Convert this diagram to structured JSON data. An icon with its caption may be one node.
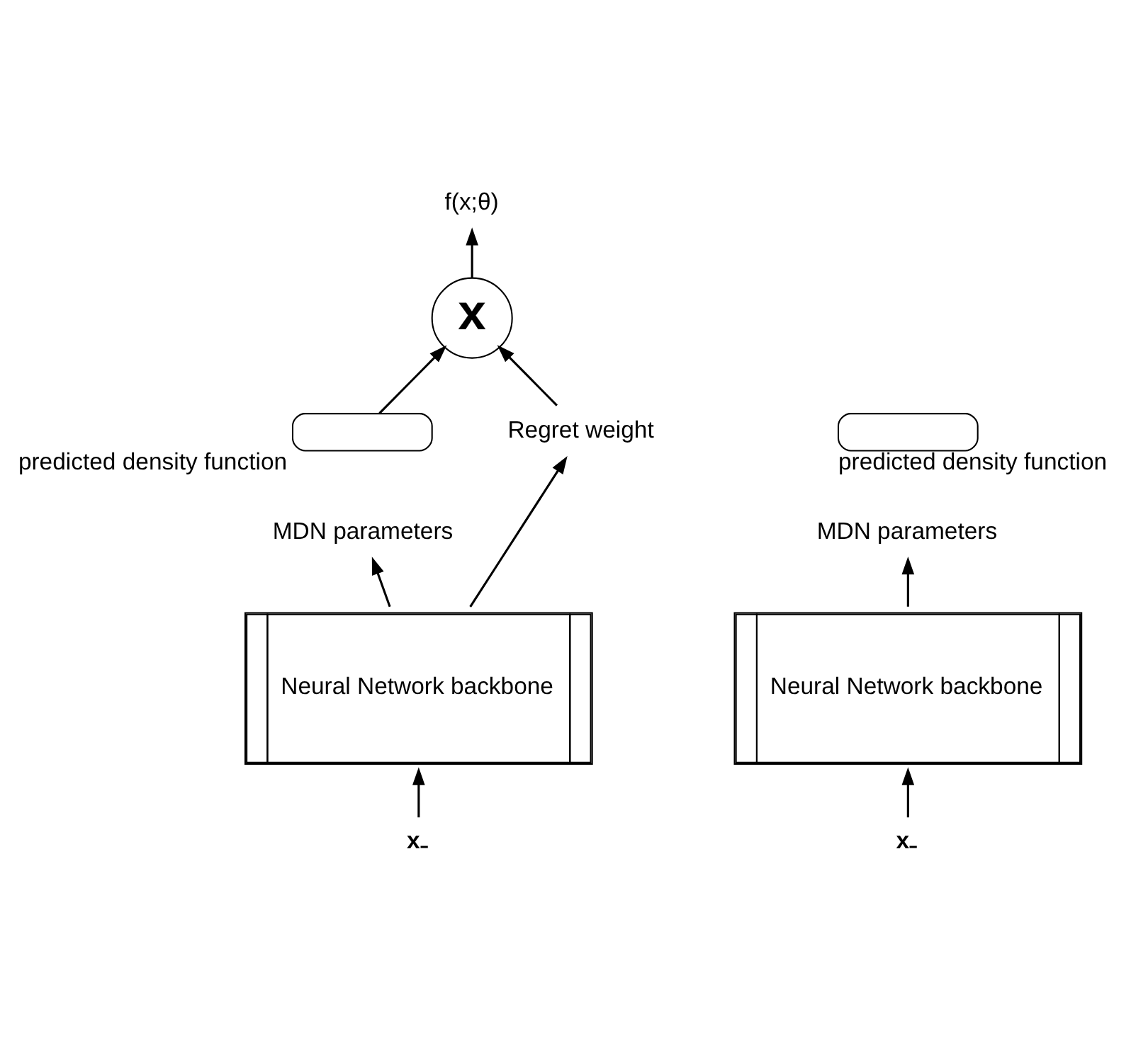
{
  "diagram": {
    "nodes": [
      {
        "text": [
          "f(x;θ)"
        ]
      },
      {
        "text": [
          "x"
        ]
      },
      {
        "text": [],
        "shape": "curve",
        "beside": [
          "predicted density function"
        ]
      },
      {
        "text": [
          "MDN parameters"
        ]
      },
      {
        "text": [
          "Regret weight"
        ]
      },
      {
        "text": [
          "Neural Network backbone"
        ]
      },
      {
        "text": [
          "x₋"
        ]
      },
      {
        "text": [],
        "shape": "curve",
        "beside": [
          "predicted density function"
        ]
      },
      {
        "text": [
          "MDN parameters"
        ]
      },
      {
        "text": [
          "Neural Network backbone"
        ]
      },
      {
        "text": [
          "x₋"
        ]
      }
    ],
    "edges": [
      {
        "from": 1,
        "to": 0,
        "arrow": "to"
      },
      {
        "from": 2,
        "to": 1,
        "arrow": "to"
      },
      {
        "from": 4,
        "to": 1,
        "arrow": "to"
      },
      {
        "from": 5,
        "to": 3,
        "arrow": "to"
      },
      {
        "from": 5,
        "to": 4,
        "arrow": "to"
      },
      {
        "from": 6,
        "to": 5,
        "arrow": "to"
      },
      {
        "from": 9,
        "to": 8,
        "arrow": "to"
      },
      {
        "from": 10,
        "to": 9,
        "arrow": "to"
      }
    ]
  }
}
